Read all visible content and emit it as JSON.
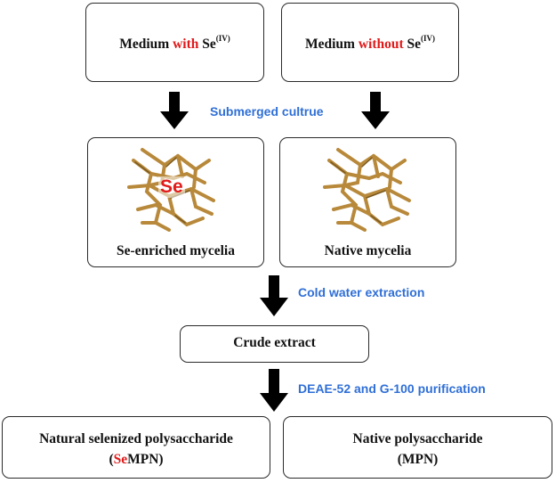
{
  "top_boxes": {
    "left": {
      "prefix": "Medium ",
      "highlight": "with",
      "suffix": " Se",
      "superscript": "(IV)"
    },
    "right": {
      "prefix": "Medium ",
      "highlight": "without",
      "suffix": " Se",
      "superscript": "(IV)"
    }
  },
  "step1_label": "Submerged cultrue",
  "mycelia": {
    "left_badge": "Se",
    "left_label": "Se-enriched mycelia",
    "right_label": "Native mycelia"
  },
  "step2_label": "Cold water extraction",
  "crude_extract": "Crude extract",
  "step3_label": "DEAE-52 and G-100 purification",
  "products": {
    "left_title": "Natural selenized polysaccharide",
    "left_abbr_open": "(",
    "left_abbr_highlight": "Se",
    "left_abbr_rest": "MPN)",
    "right_title": "Native polysaccharide",
    "right_abbr": "(MPN)"
  },
  "colors": {
    "highlight_red": "#e11b1b",
    "step_blue": "#2f6fd6",
    "mycelia_gold": "#b8893a"
  }
}
